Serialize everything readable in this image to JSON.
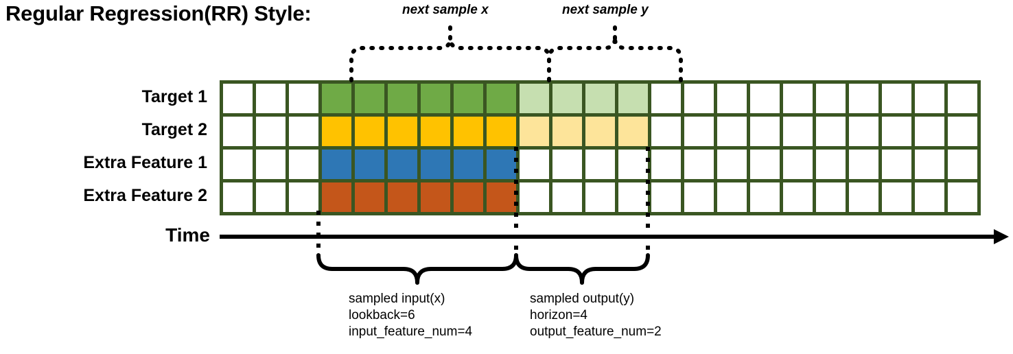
{
  "title": "Regular Regression(RR) Style:",
  "annotations": {
    "next_sample_x": "next sample x",
    "next_sample_y": "next sample y"
  },
  "rows": [
    {
      "label": "Target 1",
      "series": "target",
      "fill": "#6FAA46",
      "fill_light": "#C6DFB0",
      "has_output": true
    },
    {
      "label": "Target 2",
      "series": "target",
      "fill": "#FFC200",
      "fill_light": "#FDE49A",
      "has_output": true
    },
    {
      "label": "Extra Feature 1",
      "series": "feature",
      "fill": "#2E77B5",
      "fill_light": "#FFFFFF",
      "has_output": false
    },
    {
      "label": "Extra Feature 2",
      "series": "feature",
      "fill": "#C4561A",
      "fill_light": "#FFFFFF",
      "has_output": false
    }
  ],
  "grid": {
    "total_columns": 23,
    "leading_blank_columns": 3,
    "input_columns": 6,
    "output_columns": 4,
    "trailing_blank_columns": 10,
    "blank_fill": "#FFFFFF",
    "line_color": "#3A5622"
  },
  "axis": {
    "label": "Time"
  },
  "captions": {
    "input": {
      "line1": "sampled input(x)",
      "line2": "lookback=6",
      "line3": "input_feature_num=4"
    },
    "output": {
      "line1": "sampled output(y)",
      "line2": "horizon=4",
      "line3": "output_feature_num=2"
    }
  },
  "colors": {
    "grid_line": "#3A5622",
    "target1": "#6FAA46",
    "target1_light": "#C6DFB0",
    "target2": "#FFC200",
    "target2_light": "#FDE49A",
    "feature1": "#2E77B5",
    "feature2": "#C4561A",
    "ink": "#000000"
  }
}
